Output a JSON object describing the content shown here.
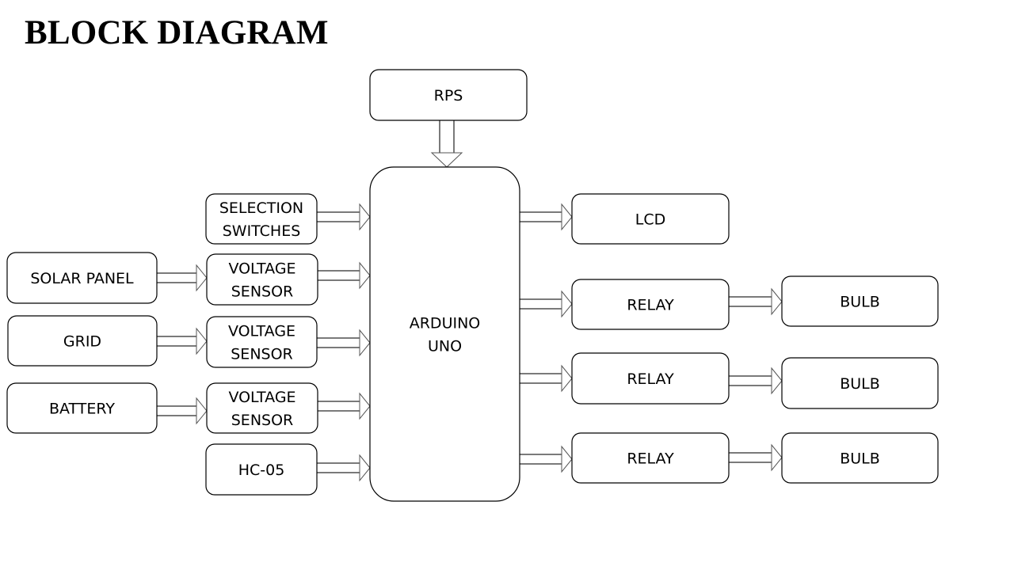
{
  "title": "BLOCK DIAGRAM",
  "blocks": {
    "rps": {
      "lines": [
        "RPS"
      ]
    },
    "arduino": {
      "lines": [
        "ARDUINO",
        "UNO"
      ]
    },
    "selection_switches": {
      "lines": [
        "SELECTION",
        "SWITCHES"
      ]
    },
    "solar_panel": {
      "lines": [
        "SOLAR PANEL"
      ]
    },
    "grid": {
      "lines": [
        "GRID"
      ]
    },
    "battery": {
      "lines": [
        "BATTERY"
      ]
    },
    "voltage_sensor_1": {
      "lines": [
        "VOLTAGE",
        "SENSOR"
      ]
    },
    "voltage_sensor_2": {
      "lines": [
        "VOLTAGE",
        "SENSOR"
      ]
    },
    "voltage_sensor_3": {
      "lines": [
        "VOLTAGE",
        "SENSOR"
      ]
    },
    "hc05": {
      "lines": [
        "HC-05"
      ]
    },
    "lcd": {
      "lines": [
        "LCD"
      ]
    },
    "relay_1": {
      "lines": [
        "RELAY"
      ]
    },
    "relay_2": {
      "lines": [
        "RELAY"
      ]
    },
    "relay_3": {
      "lines": [
        "RELAY"
      ]
    },
    "bulb_1": {
      "lines": [
        "BULB"
      ]
    },
    "bulb_2": {
      "lines": [
        "BULB"
      ]
    },
    "bulb_3": {
      "lines": [
        "BULB"
      ]
    }
  },
  "connections": [
    {
      "from": "rps",
      "to": "arduino"
    },
    {
      "from": "selection_switches",
      "to": "arduino"
    },
    {
      "from": "solar_panel",
      "to": "voltage_sensor_1"
    },
    {
      "from": "grid",
      "to": "voltage_sensor_2"
    },
    {
      "from": "battery",
      "to": "voltage_sensor_3"
    },
    {
      "from": "voltage_sensor_1",
      "to": "arduino"
    },
    {
      "from": "voltage_sensor_2",
      "to": "arduino"
    },
    {
      "from": "voltage_sensor_3",
      "to": "arduino"
    },
    {
      "from": "hc05",
      "to": "arduino"
    },
    {
      "from": "arduino",
      "to": "lcd"
    },
    {
      "from": "arduino",
      "to": "relay_1"
    },
    {
      "from": "arduino",
      "to": "relay_2"
    },
    {
      "from": "arduino",
      "to": "relay_3"
    },
    {
      "from": "relay_1",
      "to": "bulb_1"
    },
    {
      "from": "relay_2",
      "to": "bulb_2"
    },
    {
      "from": "relay_3",
      "to": "bulb_3"
    }
  ]
}
